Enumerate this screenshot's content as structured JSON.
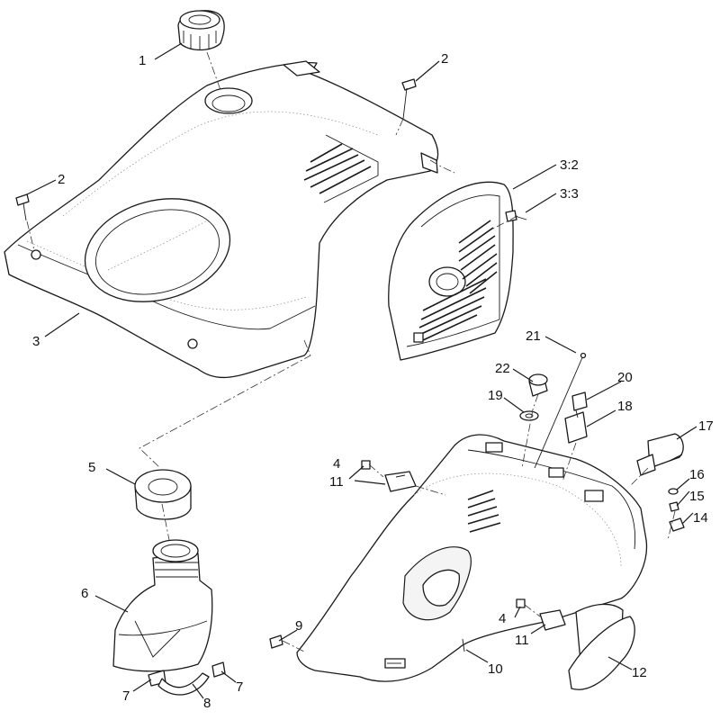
{
  "callouts": {
    "c1": "1",
    "c2a": "2",
    "c2b": "2",
    "c3": "3",
    "c3_2": "3:2",
    "c3_3": "3:3",
    "c4a": "4",
    "c4b": "4",
    "c5": "5",
    "c6": "6",
    "c7a": "7",
    "c7b": "7",
    "c8": "8",
    "c9": "9",
    "c10": "10",
    "c11a": "11",
    "c11b": "11",
    "c12": "12",
    "c14": "14",
    "c15": "15",
    "c16": "16",
    "c17": "17",
    "c18": "18",
    "c19": "19",
    "c20": "20",
    "c21": "21",
    "c22": "22"
  }
}
